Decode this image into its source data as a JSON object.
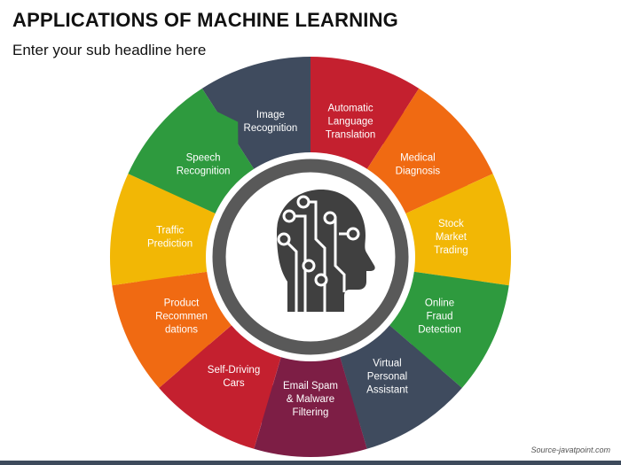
{
  "title": "APPLICATIONS OF MACHINE LEARNING",
  "subtitle": "Enter your sub headline here",
  "source": "Source-javatpoint.com",
  "segments": [
    {
      "id": "image-recognition",
      "lines": [
        "Image",
        "Recognition"
      ],
      "color": "#3f4b5e"
    },
    {
      "id": "automatic-language-translation",
      "lines": [
        "Automatic",
        "Language",
        "Translation"
      ],
      "color": "#c4202f"
    },
    {
      "id": "medical-diagnosis",
      "lines": [
        "Medical",
        "Diagnosis"
      ],
      "color": "#f06a12"
    },
    {
      "id": "stock-market-trading",
      "lines": [
        "Stock",
        "Market",
        "Trading"
      ],
      "color": "#f2b705"
    },
    {
      "id": "online-fraud-detection",
      "lines": [
        "Online",
        "Fraud",
        "Detection"
      ],
      "color": "#2e9a3e"
    },
    {
      "id": "virtual-personal-assistant",
      "lines": [
        "Virtual",
        "Personal",
        "Assistant"
      ],
      "color": "#3f4b5e"
    },
    {
      "id": "email-spam-malware-filtering",
      "lines": [
        "Email Spam",
        "& Malware",
        "Filtering"
      ],
      "color": "#7d1e45"
    },
    {
      "id": "self-driving-cars",
      "lines": [
        "Self-Driving",
        "Cars"
      ],
      "color": "#c4202f"
    },
    {
      "id": "product-recommendations",
      "lines": [
        "Product",
        "Recommen",
        "dations"
      ],
      "color": "#f06a12"
    },
    {
      "id": "traffic-prediction",
      "lines": [
        "Traffic",
        "Prediction"
      ],
      "color": "#f2b705"
    },
    {
      "id": "speech-recognition",
      "lines": [
        "Speech",
        "Recognition"
      ],
      "color": "#2e9a3e"
    }
  ],
  "center": {
    "icon": "ai-head-circuit-icon",
    "ring_color": "#595959",
    "icon_color": "#404040"
  }
}
